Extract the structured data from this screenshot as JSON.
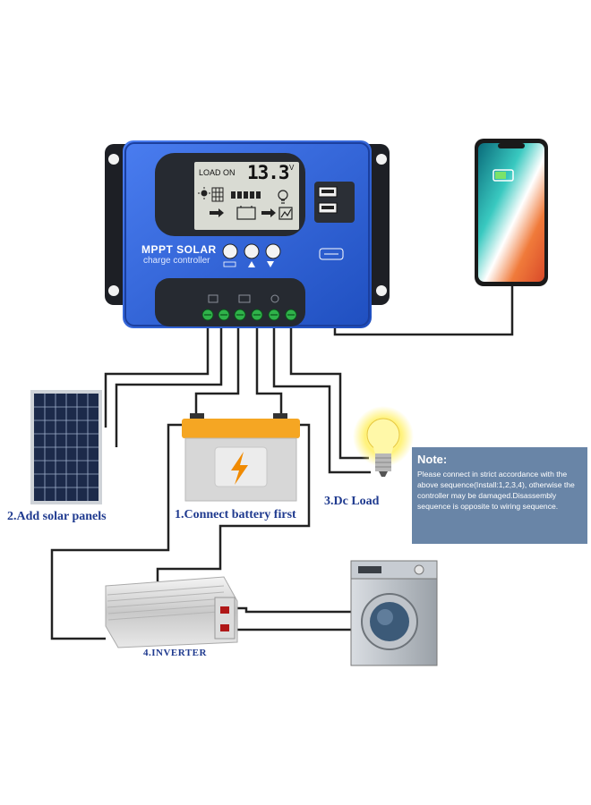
{
  "controller": {
    "brand": "MPPT SOLAR",
    "subtitle": "charge controller",
    "lcd_status": "LOAD ON",
    "lcd_voltage": "13.3",
    "lcd_unit": "V"
  },
  "labels": {
    "solar": "2.Add solar panels",
    "battery": "1.Connect battery first",
    "load": "3.Dc Load",
    "inverter": "4.INVERTER"
  },
  "note": {
    "title": "Note:",
    "body": "Please connect in strict accordance with the above sequence(Install:1,2,3,4), otherwise the controller may be damaged.Disassembly sequence is opposite to wiring sequence."
  },
  "colors": {
    "controller_blue": "#2f63d8",
    "controller_dark": "#2b2f36",
    "battery_orange": "#f5a623",
    "label_blue": "#1f3a8f",
    "note_bg": "#6985a7"
  },
  "icons": [
    "sun-icon",
    "solar-panel-icon",
    "battery-icon",
    "bulb-icon",
    "usb-port-icon",
    "lightning-icon",
    "smartphone-icon",
    "washing-machine-icon",
    "inverter-icon"
  ]
}
